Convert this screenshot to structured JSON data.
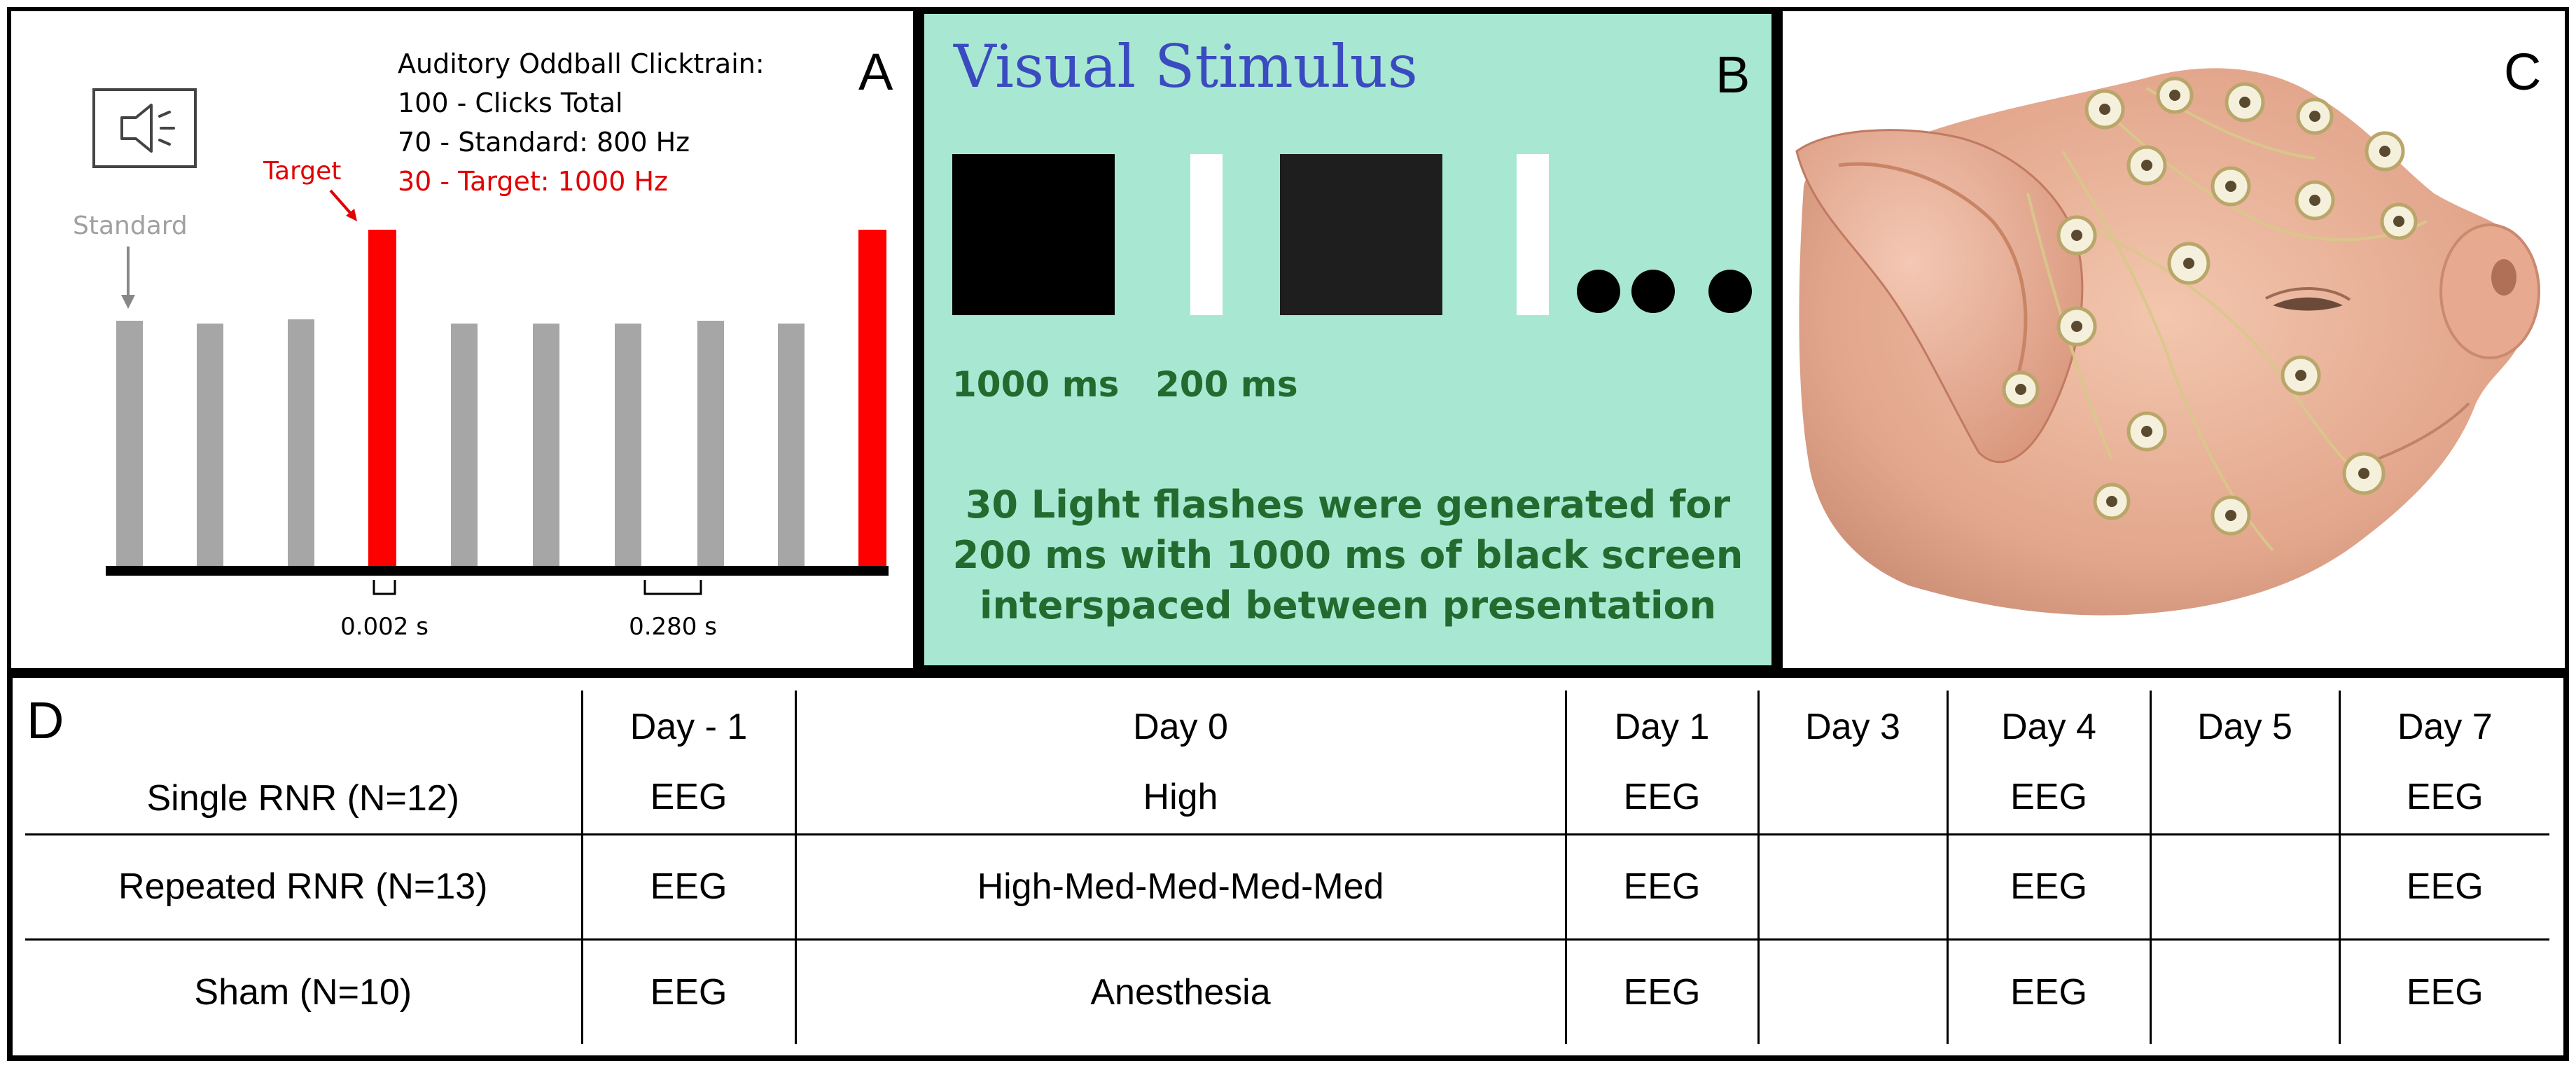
{
  "panel_a": {
    "letter": "A",
    "speaker_icon": "speaker-icon",
    "info_lines": [
      {
        "text": "Auditory Oddball Clicktrain:",
        "color": "#000000"
      },
      {
        "text": "100 - Clicks Total",
        "color": "#000000"
      },
      {
        "text": "70 - Standard: 800 Hz",
        "color": "#000000"
      },
      {
        "text": "30 - Target: 1000 Hz",
        "color": "#e00000"
      }
    ],
    "target_label": "Target",
    "standard_label": "Standard",
    "click_duration_label": "0.002 s",
    "interval_label": "0.280 s",
    "colors": {
      "standard": "#a6a6a6",
      "target": "#ff0000"
    },
    "clicks": [
      "standard",
      "standard",
      "standard",
      "target",
      "standard",
      "standard",
      "standard",
      "standard",
      "standard",
      "target"
    ]
  },
  "panel_b": {
    "letter": "B",
    "title": "Visual Stimulus",
    "duration_black": "1000 ms",
    "duration_flash": "200 ms",
    "description_lines": [
      "30 Light flashes were generated for",
      "200 ms with 1000 ms of black screen",
      "interspaced between presentation"
    ],
    "colors": {
      "background": "#a8e8d2",
      "title": "#3a4bc0",
      "text": "#236a2f"
    }
  },
  "panel_c": {
    "letter": "C"
  },
  "panel_d": {
    "letter": "D",
    "columns": [
      "Day - 1",
      "Day 0",
      "Day 1",
      "Day 3",
      "Day 4",
      "Day 5",
      "Day 7"
    ],
    "rows": [
      {
        "group": "Single RNR (N=12)",
        "cells": [
          "EEG",
          "High",
          "EEG",
          "",
          "EEG",
          "",
          "EEG"
        ]
      },
      {
        "group": "Repeated RNR (N=13)",
        "cells": [
          "EEG",
          "High-Med-Med-Med-Med",
          "EEG",
          "",
          "EEG",
          "",
          "EEG"
        ]
      },
      {
        "group": "Sham (N=10)",
        "cells": [
          "EEG",
          "Anesthesia",
          "EEG",
          "",
          "EEG",
          "",
          "EEG"
        ]
      }
    ]
  }
}
